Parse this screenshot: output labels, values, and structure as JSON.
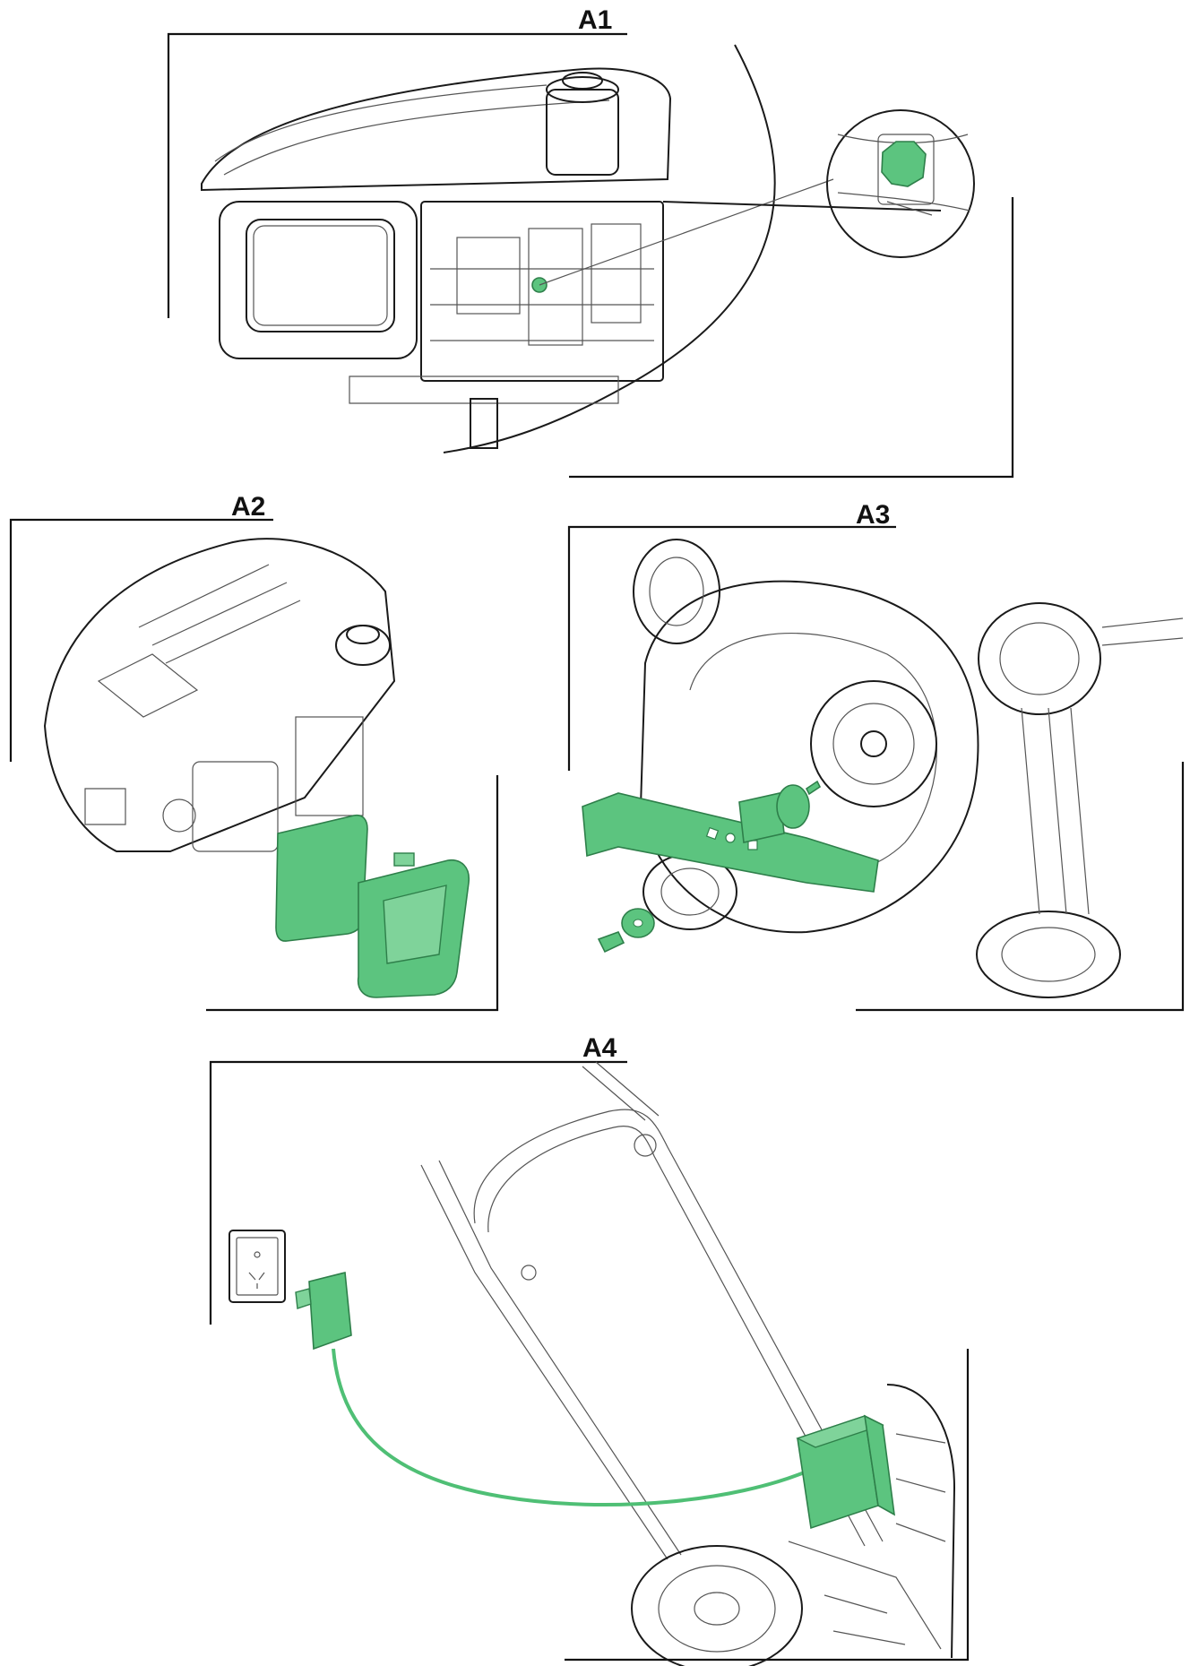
{
  "panels": [
    {
      "id": "A1",
      "label": "A1",
      "highlight": "spark-plug-connection"
    },
    {
      "id": "A2",
      "label": "A2",
      "highlight": "air-filter-cover-and-element"
    },
    {
      "id": "A3",
      "label": "A3",
      "highlight": "blade-and-fixing-bolt"
    },
    {
      "id": "A4",
      "label": "A4",
      "highlight": "battery-charger"
    }
  ],
  "colors": {
    "highlight": "#5cc47f",
    "line": "#1a1a1a",
    "background": "#ffffff"
  }
}
